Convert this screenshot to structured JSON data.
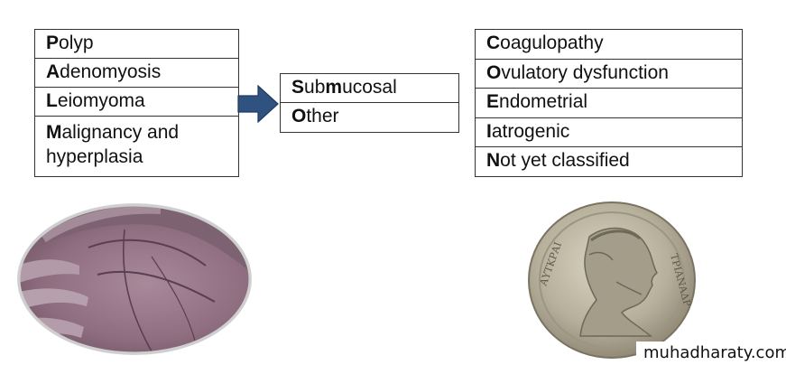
{
  "palm": {
    "items": [
      {
        "initial": "P",
        "rest": "olyp"
      },
      {
        "initial": "A",
        "rest": "denomyosis"
      },
      {
        "initial": "L",
        "rest": "eiomyoma"
      },
      {
        "initial": "M",
        "rest": "alignancy and hyperplasia"
      }
    ]
  },
  "leiomyoma_subtypes": {
    "items": [
      {
        "p1": "S",
        "p2": "ub",
        "p3": "m",
        "p4": "ucosal"
      },
      {
        "p1": "O",
        "p2": "ther",
        "p3": "",
        "p4": ""
      }
    ]
  },
  "coein": {
    "items": [
      {
        "initial": "C",
        "rest": "oagulopathy"
      },
      {
        "initial": "O",
        "rest": "vulatory dysfunction"
      },
      {
        "initial": "E",
        "rest": "ndometrial"
      },
      {
        "initial": "I",
        "rest": "atrogenic"
      },
      {
        "initial": "N",
        "rest": "ot yet classified"
      }
    ]
  },
  "colors": {
    "arrow_fill": "#2f5280",
    "border": "#333333"
  },
  "images": {
    "left": "palm-of-hand-photo",
    "right": "ancient-coin-photo"
  },
  "watermark": "muhadharaty.com"
}
